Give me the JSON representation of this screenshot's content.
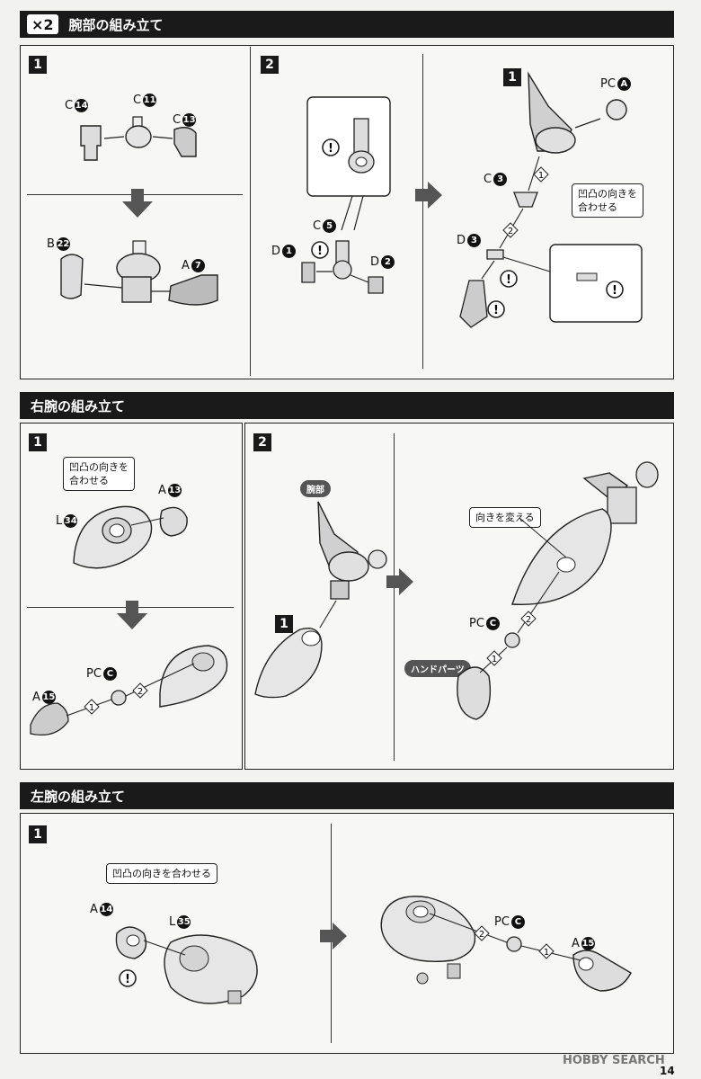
{
  "section1": {
    "multiplier": "×2",
    "title": "腕部の組み立て"
  },
  "section2": {
    "title": "右腕の組み立て"
  },
  "section3": {
    "title": "左腕の組み立て"
  },
  "steps": {
    "s1": "1",
    "s2": "2",
    "sub1": "1",
    "one": "1"
  },
  "labels": {
    "c14": "C",
    "c14n": "14",
    "c11": "C",
    "c11n": "11",
    "c13": "C",
    "c13n": "13",
    "b22": "B",
    "b22n": "22",
    "a7": "A",
    "a7n": "7",
    "c5": "C",
    "c5n": "5",
    "d1": "D",
    "d1n": "1",
    "d2": "D",
    "d2n": "2",
    "pca": "PC",
    "pcan": "A",
    "c3": "C",
    "c3n": "3",
    "d3": "D",
    "d3n": "3",
    "a13": "A",
    "a13n": "13",
    "l34": "L",
    "l34n": "34",
    "pcc1": "PC",
    "pcc1n": "C",
    "a15": "A",
    "a15n": "15",
    "pcc2": "PC",
    "pcc2n": "C",
    "a14": "A",
    "a14n": "14",
    "l35": "L",
    "l35n": "35",
    "pcc3": "PC",
    "pcc3n": "C",
    "a15b": "A",
    "a15bn": "15"
  },
  "notes": {
    "align1": "凹凸の向きを\n合わせる",
    "align2": "凹凸の向きを\n合わせる",
    "change": "向きを変える",
    "align3": "凹凸の向きを合わせる"
  },
  "pills": {
    "wrist": "腕部",
    "hand": "ハンドパーツ"
  },
  "order": {
    "one": "1",
    "two": "2"
  },
  "footer": {
    "brand": "HOBBY SEARCH",
    "page": "14"
  }
}
